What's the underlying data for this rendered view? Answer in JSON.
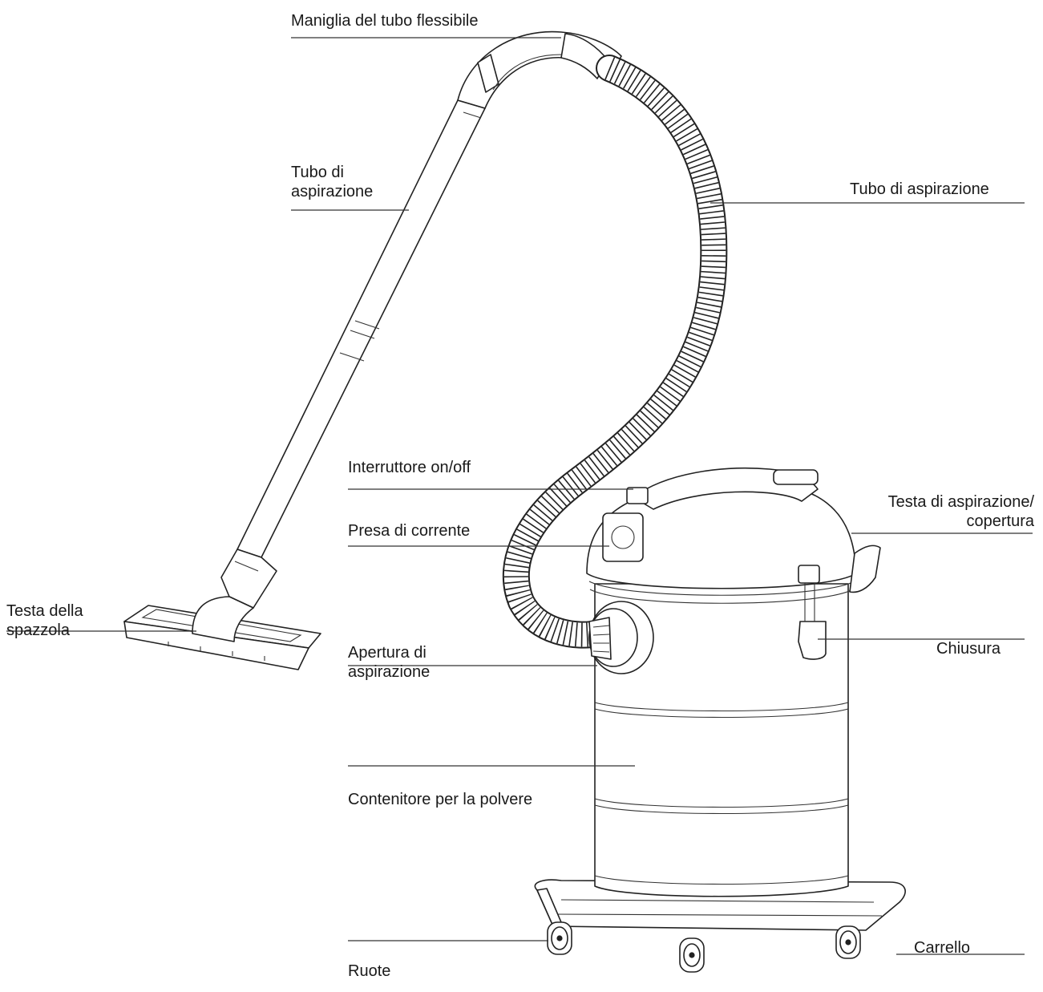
{
  "labels": {
    "hose_handle": "Maniglia del tubo flessibile",
    "suction_tube": [
      "Tubo di",
      "aspirazione"
    ],
    "hose": "Tubo di aspirazione",
    "switch": "Interruttore on/off",
    "suction_head": [
      "Testa di aspirazione/",
      "copertura"
    ],
    "socket": "Presa di corrente",
    "brush_head": [
      "Testa della",
      "spazzola"
    ],
    "suction_opening": [
      "Apertura di",
      "aspirazione"
    ],
    "latch": "Chiusura",
    "container": "Contenitore per la polvere",
    "cart": "Carrello",
    "wheels": "Ruote"
  }
}
